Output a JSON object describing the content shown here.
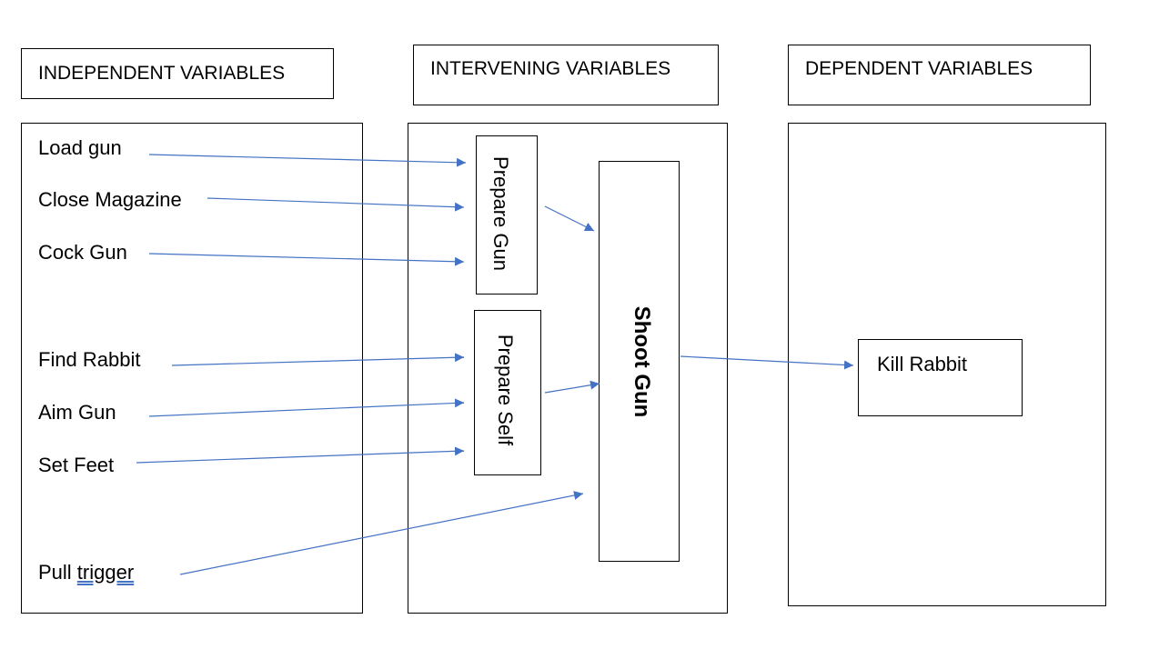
{
  "headers": {
    "independent": "INDEPENDENT VARIABLES",
    "intervening": "INTERVENING VARIABLES",
    "dependent": "DEPENDENT VARIABLES"
  },
  "independent_items": [
    "Load gun",
    "Close Magazine",
    "Cock Gun",
    "Find Rabbit",
    "Aim Gun",
    "Set Feet",
    "Pull trigger"
  ],
  "pull_trigger_prefix": "Pull ",
  "pull_trigger_underlined": "trigger",
  "intervening_boxes": {
    "prepare_gun": "Prepare Gun",
    "prepare_self": "Prepare Self",
    "shoot_gun": "Shoot Gun"
  },
  "dependent_box": "Kill Rabbit",
  "colors": {
    "arrow": "#4472c4",
    "border": "#000000"
  }
}
